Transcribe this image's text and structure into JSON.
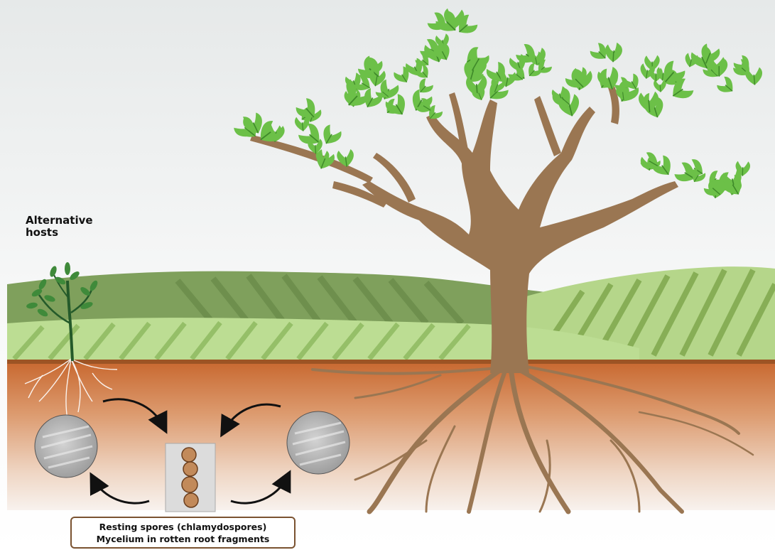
{
  "labels": {
    "alternative_hosts": [
      "Alternative",
      "hosts"
    ],
    "caption_line1": "Resting spores (chlamydospores)",
    "caption_line2": "Mycelium in rotten root fragments"
  },
  "colors": {
    "sky_top": "#e9ecec",
    "hill_dark": "#7fa05c",
    "hill_light": "#b8d88f",
    "soil_top": "#c96a34",
    "soil_bottom": "#f4ece6",
    "trunk": "#9a7652",
    "leaf": "#6cc048",
    "caption_border": "#7a5230"
  }
}
